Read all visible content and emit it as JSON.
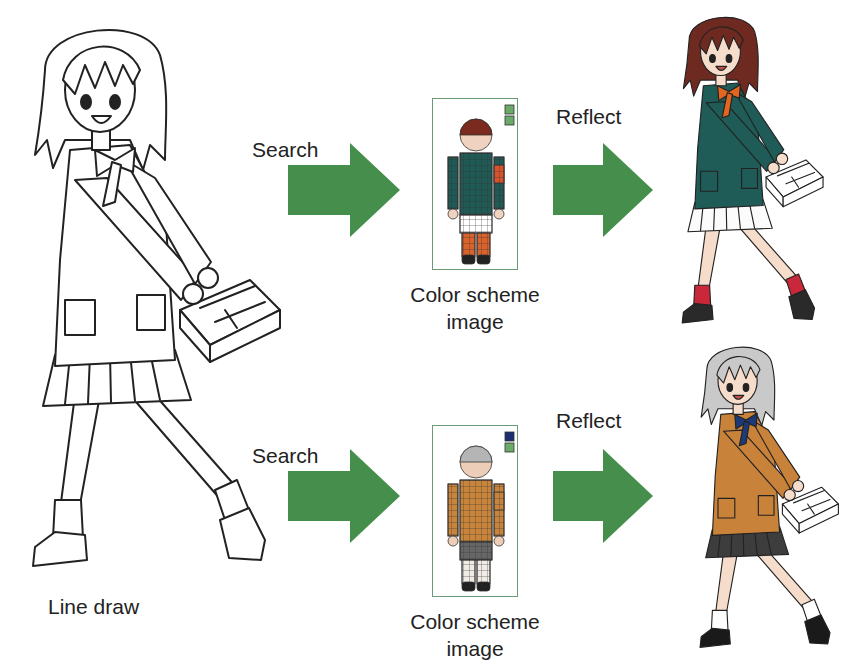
{
  "diagram": {
    "nodes": [
      {
        "text": [
          "Line draw"
        ]
      },
      {
        "text": [
          "Color scheme image"
        ]
      },
      {
        "text": [
          "Color scheme image"
        ]
      }
    ],
    "edges": [
      {
        "from": 0,
        "to": 1,
        "arrow": "to",
        "label": "Search"
      },
      {
        "from": 0,
        "to": 2,
        "arrow": "to",
        "label": "Search"
      }
    ],
    "labels": [
      "Reflect",
      "Reflect"
    ]
  }
}
